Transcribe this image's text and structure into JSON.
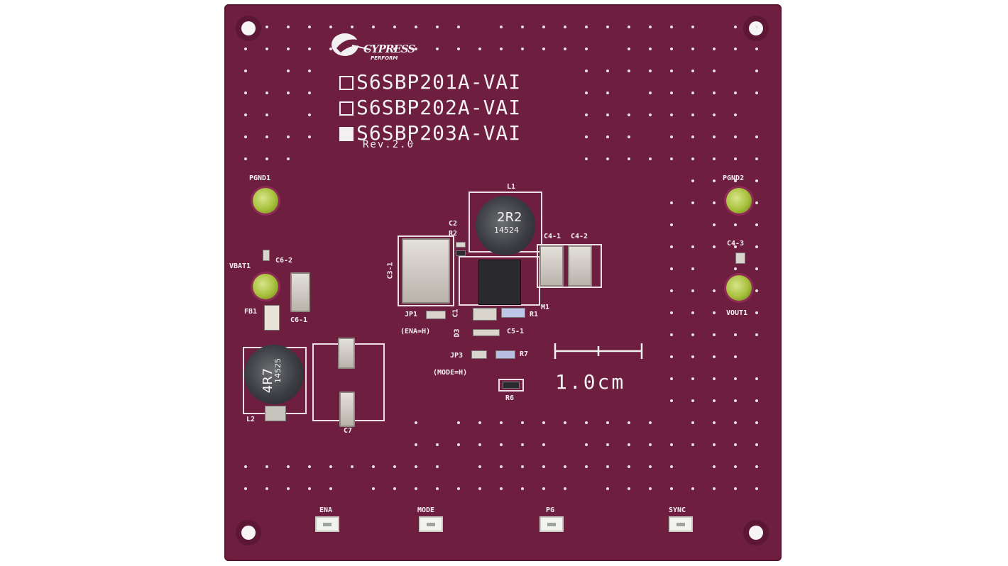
{
  "board": {
    "logo": {
      "brand": "CYPRESS",
      "tagline": "PERFORM"
    },
    "variants": [
      {
        "label": "S6SBP201A-VAI",
        "checked": false
      },
      {
        "label": "S6SBP202A-VAI",
        "checked": false
      },
      {
        "label": "S6SBP203A-VAI",
        "checked": true
      }
    ],
    "revision": "Rev.2.0",
    "scale_bar_label": "1.0cm",
    "labels": {
      "pgnd1": "PGND1",
      "pgnd2": "PGND2",
      "vbat1": "VBAT1",
      "vout1": "VOUT1",
      "c6_2": "C6-2",
      "c6_1": "C6-1",
      "fb1": "FB1",
      "c4_1": "C4-1",
      "c4_2": "C4-2",
      "c4_3": "C4-3",
      "l1": "L1",
      "l2": "L2",
      "c2": "C2",
      "r2": "R2",
      "c3_1": "C3-1",
      "c1": "C1",
      "d3": "D3",
      "m1": "M1",
      "r1": "R1",
      "jp1": "JP1",
      "ena_h": "(ENA=H)",
      "c5_1": "C5-1",
      "jp3": "JP3",
      "r7": "R7",
      "mode_h": "(MODE=H)",
      "r6": "R6",
      "c7": "C7"
    },
    "inductor_marks": {
      "l1_value": "2R2",
      "l1_code": "14524",
      "l2_value": "4R7",
      "l2_code": "14525"
    },
    "connectors": [
      "ENA",
      "MODE",
      "PG",
      "SYNC"
    ]
  }
}
